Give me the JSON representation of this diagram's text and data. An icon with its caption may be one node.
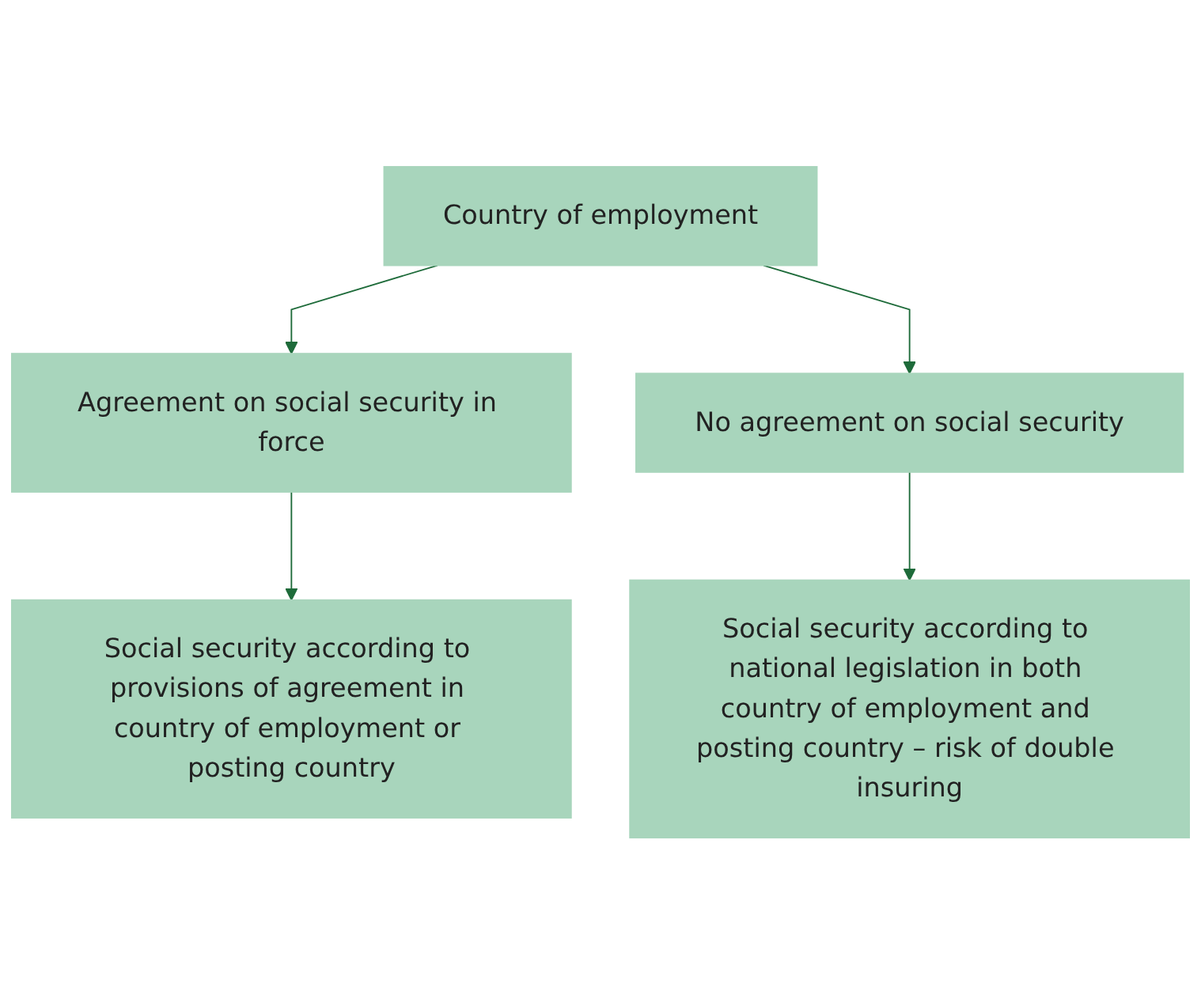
{
  "diagram": {
    "nodes": [
      {
        "text": [
          "Country of employment"
        ]
      },
      {
        "text": [
          "Agreement on social security in force"
        ]
      },
      {
        "text": [
          "No agreement on social security"
        ]
      },
      {
        "text": [
          "Social security according to provisions of agreement in country of employment or posting country"
        ]
      },
      {
        "text": [
          "Social security according to national legislation in both country of employment and posting country – risk of double insuring"
        ]
      }
    ],
    "edges": [
      {
        "from": 0,
        "to": 1,
        "arrow": "to"
      },
      {
        "from": 0,
        "to": 2,
        "arrow": "to"
      },
      {
        "from": 1,
        "to": 3,
        "arrow": "to"
      },
      {
        "from": 2,
        "to": 4,
        "arrow": "to"
      }
    ]
  }
}
